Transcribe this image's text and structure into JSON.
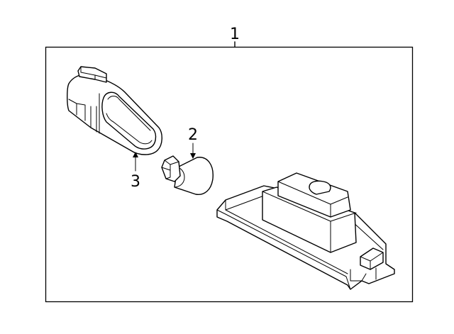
{
  "diagram": {
    "callouts": {
      "assembly": "1",
      "bulb": "2",
      "socket": "3"
    }
  }
}
